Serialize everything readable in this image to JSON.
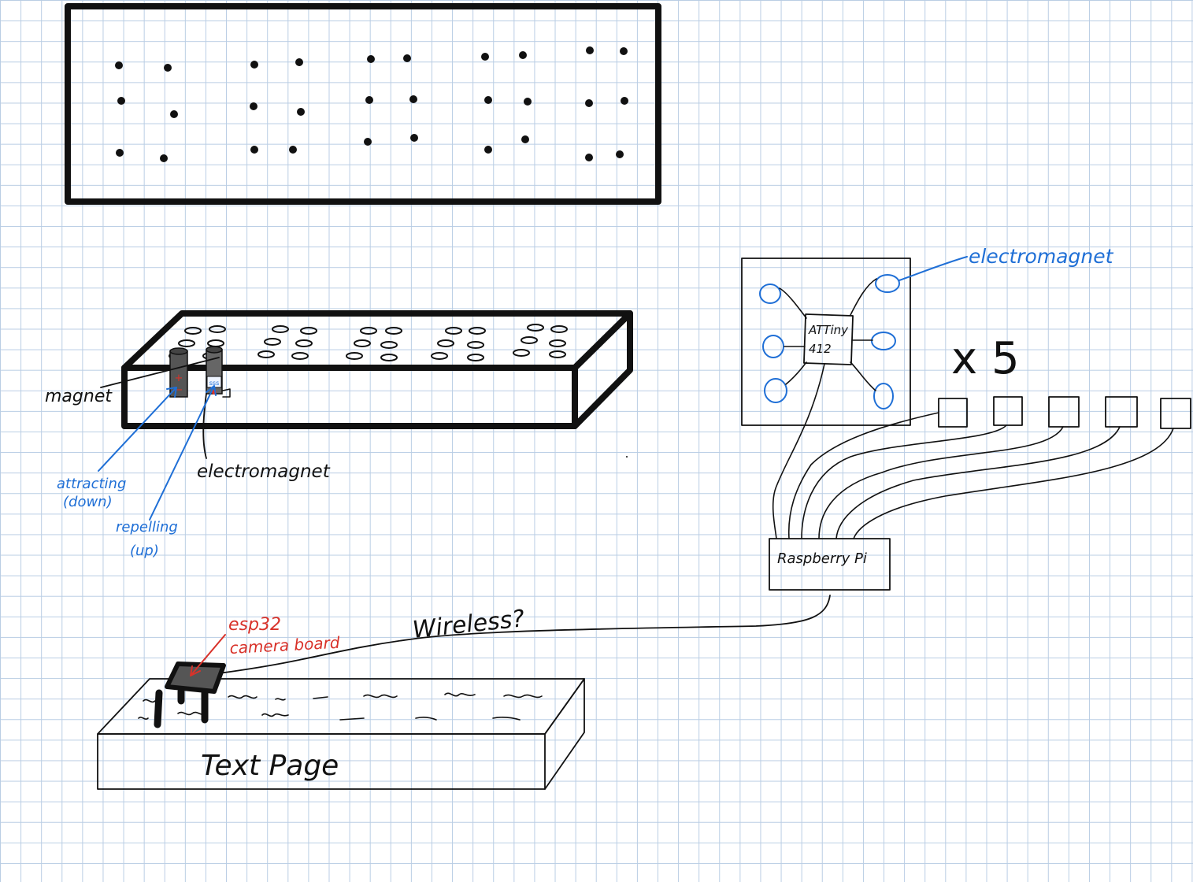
{
  "labels": {
    "magnet": "magnet",
    "attracting": "attracting",
    "attracting_sub": "(down)",
    "repelling": "repelling",
    "repelling_sub": "(up)",
    "electromagnet_box": "electromagnet",
    "electromagnet_board": "electromagnet",
    "attiny_line1": "ATTiny",
    "attiny_line2": "412",
    "multiplier": "x 5",
    "raspberry_pi": "Raspberry Pi",
    "wireless": "Wireless?",
    "esp32_line1": "esp32",
    "esp32_line2": "camera board",
    "text_page": "Text Page",
    "plus_sign": "+",
    "minus_sign": "−",
    "mini_label": "sss"
  },
  "colors": {
    "ink": "#111111",
    "annotation_blue": "#1f6fd6",
    "annotation_red": "#d8322a",
    "grid": "#b9cde4",
    "magnet_dark": "#555555"
  }
}
